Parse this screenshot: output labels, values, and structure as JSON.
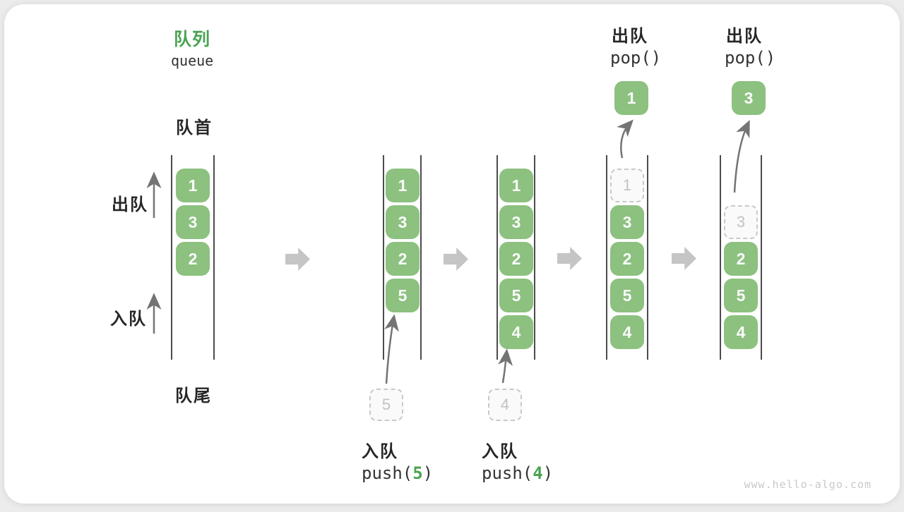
{
  "title": {
    "zh": "队列",
    "en": "queue"
  },
  "side_labels": {
    "front": "队首",
    "rear": "队尾",
    "dequeue": "出队",
    "enqueue": "入队"
  },
  "watermark": "www.hello-algo.com",
  "colors": {
    "cell_green": "#8cc17f",
    "title_green": "#4aa351",
    "code_arg_green": "#4aa351",
    "ghost_gray": "#c2c2c2",
    "block_arrow_gray": "#c5c5c5"
  },
  "columns": [
    {
      "name": "queue-state-1",
      "cells": [
        {
          "slot": 0,
          "value": "1",
          "style": "green"
        },
        {
          "slot": 1,
          "value": "3",
          "style": "green"
        },
        {
          "slot": 2,
          "value": "2",
          "style": "green"
        }
      ]
    },
    {
      "name": "queue-state-2",
      "cells": [
        {
          "slot": 0,
          "value": "1",
          "style": "green"
        },
        {
          "slot": 1,
          "value": "3",
          "style": "green"
        },
        {
          "slot": 2,
          "value": "2",
          "style": "green"
        },
        {
          "slot": 3,
          "value": "5",
          "style": "green"
        }
      ],
      "below": {
        "ghost_value": "5",
        "op_label": "入队",
        "code_prefix": "push(",
        "code_arg": "5",
        "code_suffix": ")"
      }
    },
    {
      "name": "queue-state-3",
      "cells": [
        {
          "slot": 0,
          "value": "1",
          "style": "green"
        },
        {
          "slot": 1,
          "value": "3",
          "style": "green"
        },
        {
          "slot": 2,
          "value": "2",
          "style": "green"
        },
        {
          "slot": 3,
          "value": "5",
          "style": "green"
        },
        {
          "slot": 4,
          "value": "4",
          "style": "green"
        }
      ],
      "below": {
        "ghost_value": "4",
        "op_label": "入队",
        "code_prefix": "push(",
        "code_arg": "4",
        "code_suffix": ")"
      }
    },
    {
      "name": "queue-state-4",
      "cells": [
        {
          "slot": 0,
          "value": "1",
          "style": "ghost"
        },
        {
          "slot": 1,
          "value": "3",
          "style": "green"
        },
        {
          "slot": 2,
          "value": "2",
          "style": "green"
        },
        {
          "slot": 3,
          "value": "5",
          "style": "green"
        },
        {
          "slot": 4,
          "value": "4",
          "style": "green"
        }
      ],
      "above": {
        "op_label": "出队",
        "code": "pop()",
        "popped_value": "1"
      }
    },
    {
      "name": "queue-state-5",
      "cells": [
        {
          "slot": 1,
          "value": "3",
          "style": "ghost"
        },
        {
          "slot": 2,
          "value": "2",
          "style": "green"
        },
        {
          "slot": 3,
          "value": "5",
          "style": "green"
        },
        {
          "slot": 4,
          "value": "4",
          "style": "green"
        }
      ],
      "above": {
        "op_label": "出队",
        "code": "pop()",
        "popped_value": "3"
      }
    }
  ]
}
